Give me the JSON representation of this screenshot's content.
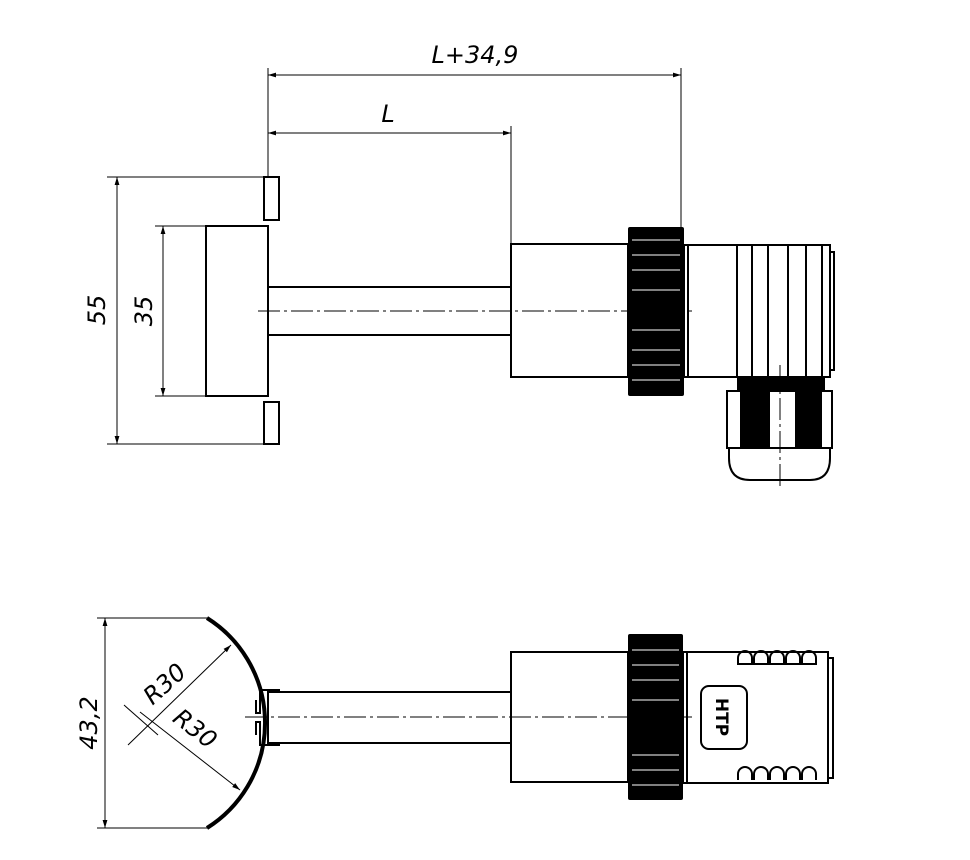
{
  "top_view": {
    "dim_total_length": "L+34,9",
    "dim_length": "L",
    "dim_flange_height": "55",
    "dim_body_height": "35"
  },
  "bottom_view": {
    "dim_width": "43,2",
    "dim_radius_1": "R30",
    "dim_radius_2": "R30",
    "label": "НТР"
  }
}
